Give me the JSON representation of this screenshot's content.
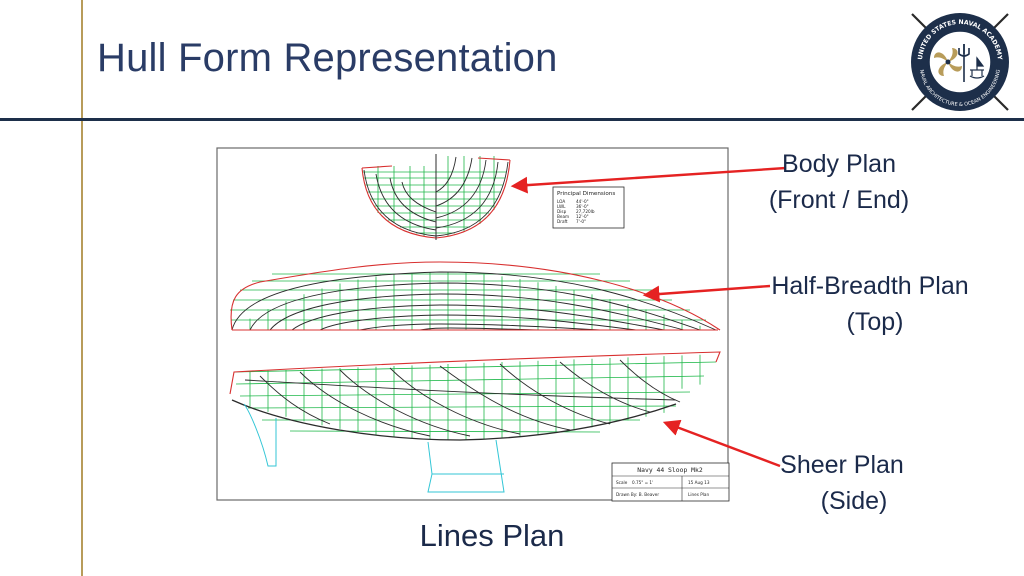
{
  "slide": {
    "title": "Hull Form Representation",
    "caption": "Lines Plan"
  },
  "labels": {
    "body_plan": {
      "line1": "Body Plan",
      "line2": "(Front / End)"
    },
    "half_breadth_plan": {
      "line1": "Half-Breadth Plan",
      "line2": "(Top)"
    },
    "sheer_plan": {
      "line1": "Sheer Plan",
      "line2": "(Side)"
    }
  },
  "drawing": {
    "principal_dimensions": {
      "heading": "Principal Dimensions",
      "rows": [
        {
          "key": "LOA",
          "value": "44'-0\""
        },
        {
          "key": "LWL",
          "value": "36'-0\""
        },
        {
          "key": "Disp",
          "value": "27,720lb"
        },
        {
          "key": "Beam",
          "value": "12'-0\""
        },
        {
          "key": "Draft",
          "value": "7'-0\""
        }
      ]
    },
    "title_block": {
      "name": "Navy 44 Sloop Mk2",
      "scale_label": "Scale",
      "scale_value": "0.75\" = 1'",
      "date": "15 Aug 13",
      "drawn_by": "Drawn By: B. Beaver",
      "sheet": "Lines Plan"
    }
  },
  "logo": {
    "top_text": "UNITED STATES NAVAL ACADEMY",
    "bottom_text": "NAVAL ARCHITECTURE & OCEAN ENGINEERING"
  },
  "colors": {
    "title": "#2a3c66",
    "accent_gold": "#b89c5a",
    "navy": "#1d2f4a",
    "arrow_red": "#e52222",
    "grid_green": "#1fb84a",
    "outline_red": "#d83030",
    "keel_cyan": "#33c6d6"
  }
}
